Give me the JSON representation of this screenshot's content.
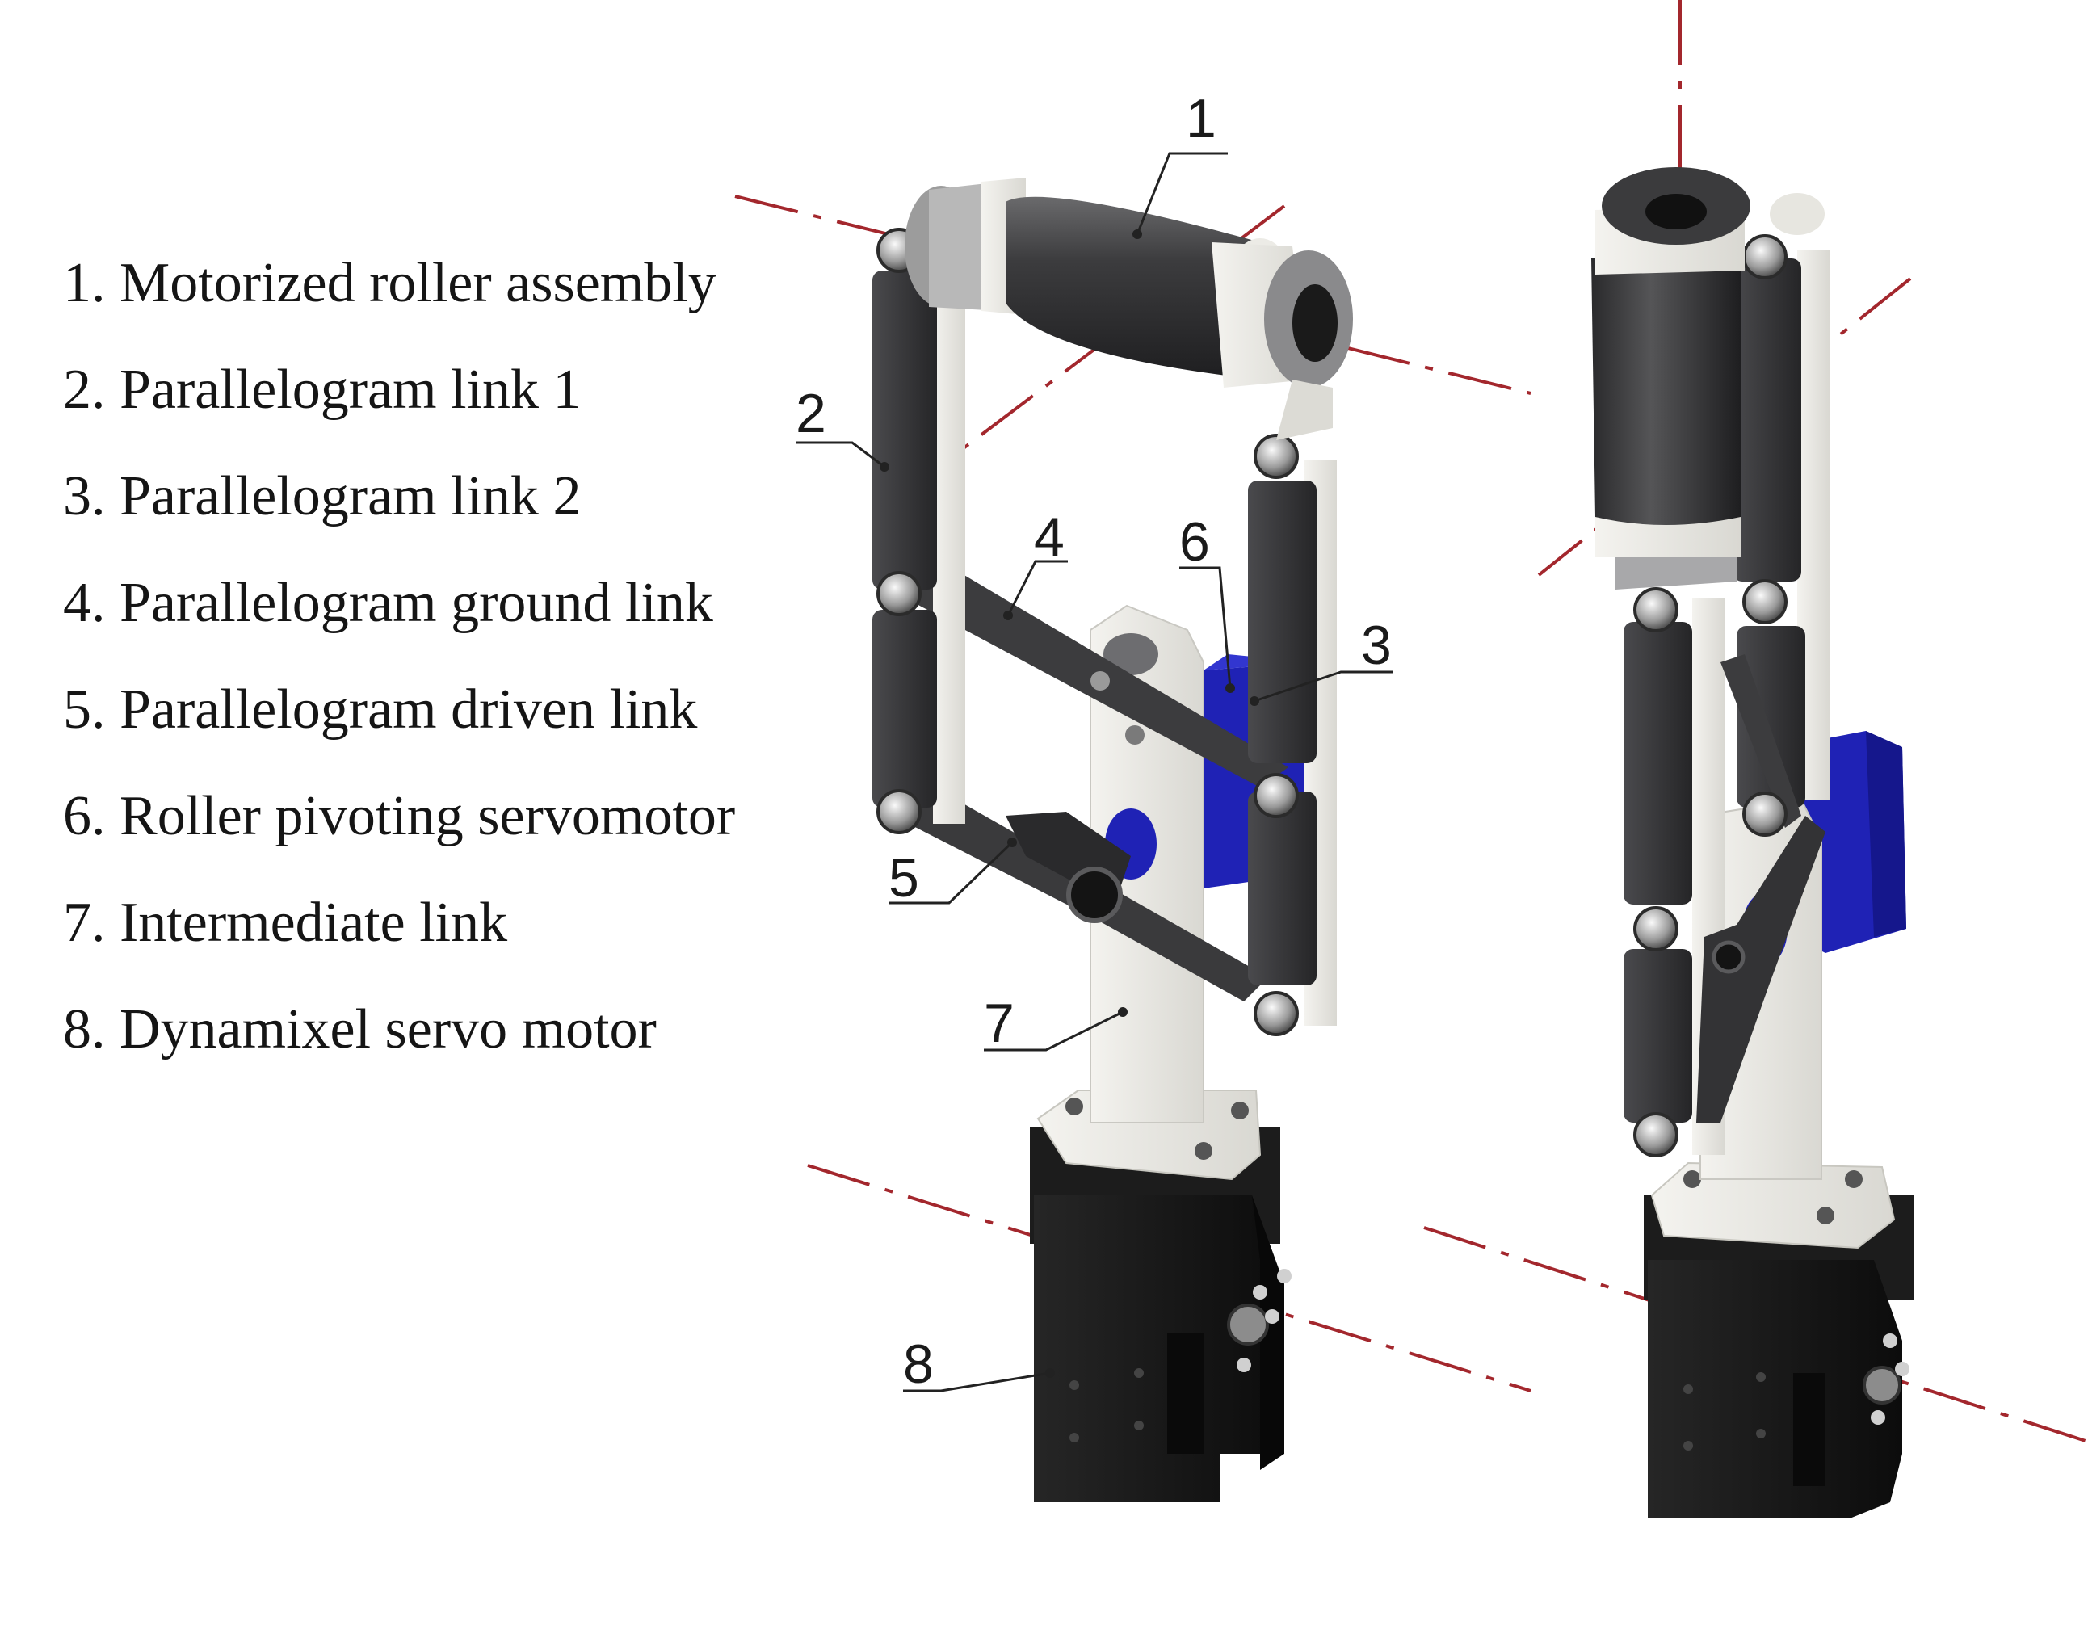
{
  "legend": [
    "1. Motorized roller assembly",
    "2. Parallelogram link 1",
    "3. Parallelogram link 2",
    "4. Parallelogram ground link",
    "5. Parallelogram driven link",
    "6. Roller pivoting servomotor",
    "7. Intermediate link",
    "8. Dynamixel servo motor"
  ],
  "callouts": [
    "1",
    "2",
    "3",
    "4",
    "5",
    "6",
    "7",
    "8"
  ],
  "colors": {
    "axis": "#a3272d",
    "dark_part": "#3a3a3c",
    "light_part": "#ecebe6",
    "servo_blue": "#1f22b5",
    "motor_black": "#161616"
  }
}
